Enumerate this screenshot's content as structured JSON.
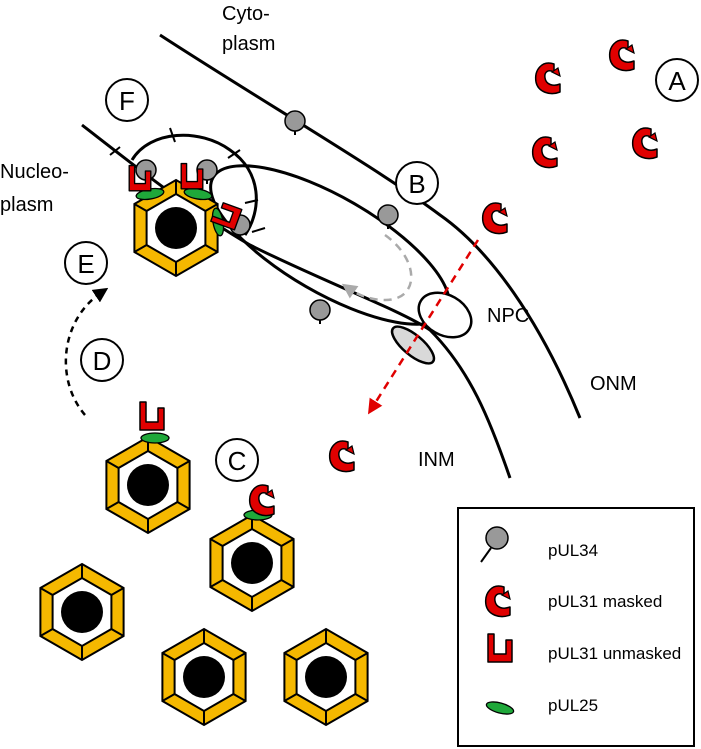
{
  "labels": {
    "cytoplasm_line1": "Cyto-",
    "cytoplasm_line2": "plasm",
    "nucleoplasm_line1": "Nucleo-",
    "nucleoplasm_line2": "plasm",
    "npc": "NPC",
    "onm": "ONM",
    "inm": "INM"
  },
  "steps": {
    "a": "A",
    "b": "B",
    "c": "C",
    "d": "D",
    "e": "E",
    "f": "F"
  },
  "legend": {
    "items": [
      {
        "label": "pUL34",
        "icon": "pul34-icon"
      },
      {
        "label": "pUL31 masked",
        "icon": "pul31-masked-icon"
      },
      {
        "label": "pUL31 unmasked",
        "icon": "pul31-unmasked-icon"
      },
      {
        "label": "pUL25",
        "icon": "pul25-icon"
      }
    ]
  },
  "colors": {
    "capsid_shell": "#f5b800",
    "capsid_core": "#000000",
    "pul31": "#e00000",
    "pul25": "#1fa83a",
    "pul34": "#999999",
    "import_arrow": "#e00000",
    "budding_arrow": "#aaaaaa"
  }
}
